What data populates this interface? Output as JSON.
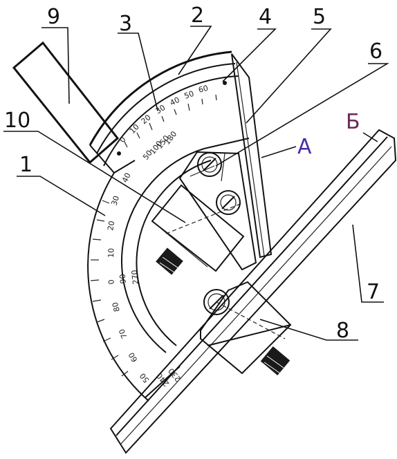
{
  "labels": {
    "n1": "1",
    "n2": "2",
    "n3": "3",
    "n4": "4",
    "n5": "5",
    "n6": "6",
    "n7": "7",
    "n8": "8",
    "n9": "9",
    "n10": "10",
    "a": "А",
    "b": "Б"
  },
  "scale": {
    "outer_arc": [
      "0",
      "10",
      "20",
      "30",
      "40",
      "50",
      "60"
    ],
    "vernier": [
      "40",
      "30",
      "20",
      "10",
      "0",
      "90",
      "80",
      "70",
      "60",
      "50"
    ],
    "inner_marks": [
      "50",
      "100",
      "150",
      "180",
      "270",
      "230",
      "240"
    ]
  },
  "colors": {
    "line": "#111111",
    "label_a": "#4a2aa8",
    "label_b": "#6a2a5a"
  }
}
